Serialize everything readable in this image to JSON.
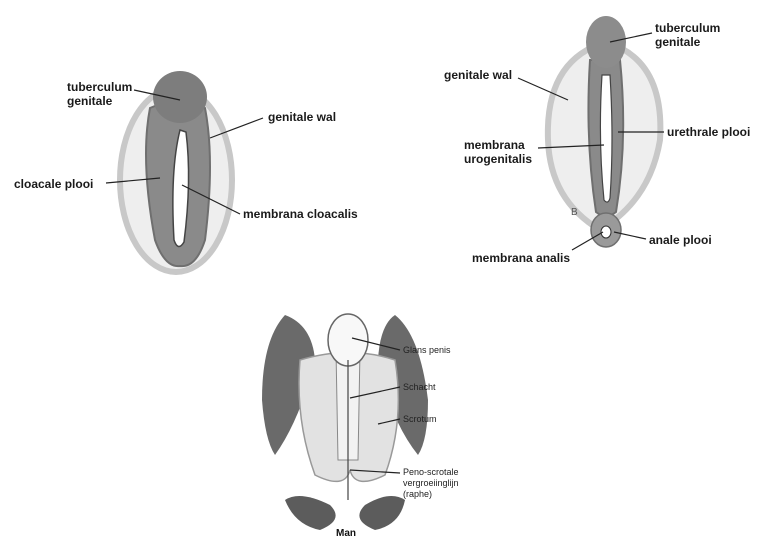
{
  "panel_a": {
    "label_tuberculum_1": "tuberculum",
    "label_tuberculum_2": "genitale",
    "label_genitale_wal": "genitale wal",
    "label_cloacale_plooi": "cloacale plooi",
    "label_membrana_cloacalis": "membrana cloacalis"
  },
  "panel_b": {
    "letter": "B",
    "label_tuberculum_1": "tuberculum",
    "label_tuberculum_2": "genitale",
    "label_genitale_wal": "genitale wal",
    "label_membrana_1": "membrana",
    "label_membrana_2": "urogenitalis",
    "label_urethrale_plooi": "urethrale plooi",
    "label_anale_plooi": "anale plooi",
    "label_membrana_analis": "membrana analis"
  },
  "panel_c": {
    "label_glans": "Glans penis",
    "label_schacht": "Schacht",
    "label_scrotum": "Scrotum",
    "label_raphe_1": "Peno-scrotale",
    "label_raphe_2": "vergroeiinglijn",
    "label_raphe_3": "(raphe)",
    "caption": "Man"
  },
  "colors": {
    "tissue_dark": "#6f6f6f",
    "tissue_mid": "#9a9a9a",
    "outline_light": "#c8c8c8",
    "fill_light": "#eeeeee",
    "membrane": "#ffffff"
  }
}
